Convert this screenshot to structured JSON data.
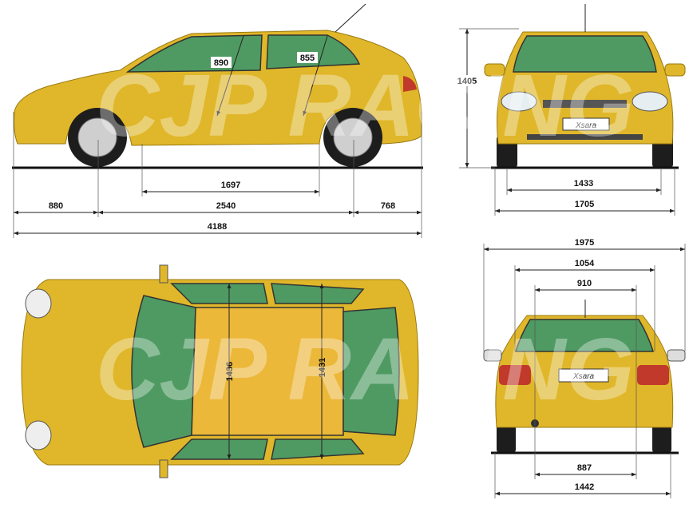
{
  "drawing": {
    "watermark": "CJP RACING",
    "badge": "Xsara",
    "colors": {
      "body": "#e0b72a",
      "glass": "#4f9a62",
      "line": "#222222"
    },
    "side_view": {
      "front_door_height": "890",
      "rear_door_height": "855",
      "interior_length": "1697",
      "front_overhang": "880",
      "wheelbase": "2540",
      "rear_overhang": "768",
      "overall_length": "4188"
    },
    "front_view": {
      "height": "1405",
      "front_track": "1433",
      "width": "1705"
    },
    "top_view": {
      "front_interior_width": "1436",
      "rear_interior_width": "1431"
    },
    "rear_view": {
      "width_with_mirrors": "1975",
      "boot_opening_width": "1054",
      "rear_window_width": "910",
      "boot_sill_width": "887",
      "rear_track": "1442"
    }
  }
}
